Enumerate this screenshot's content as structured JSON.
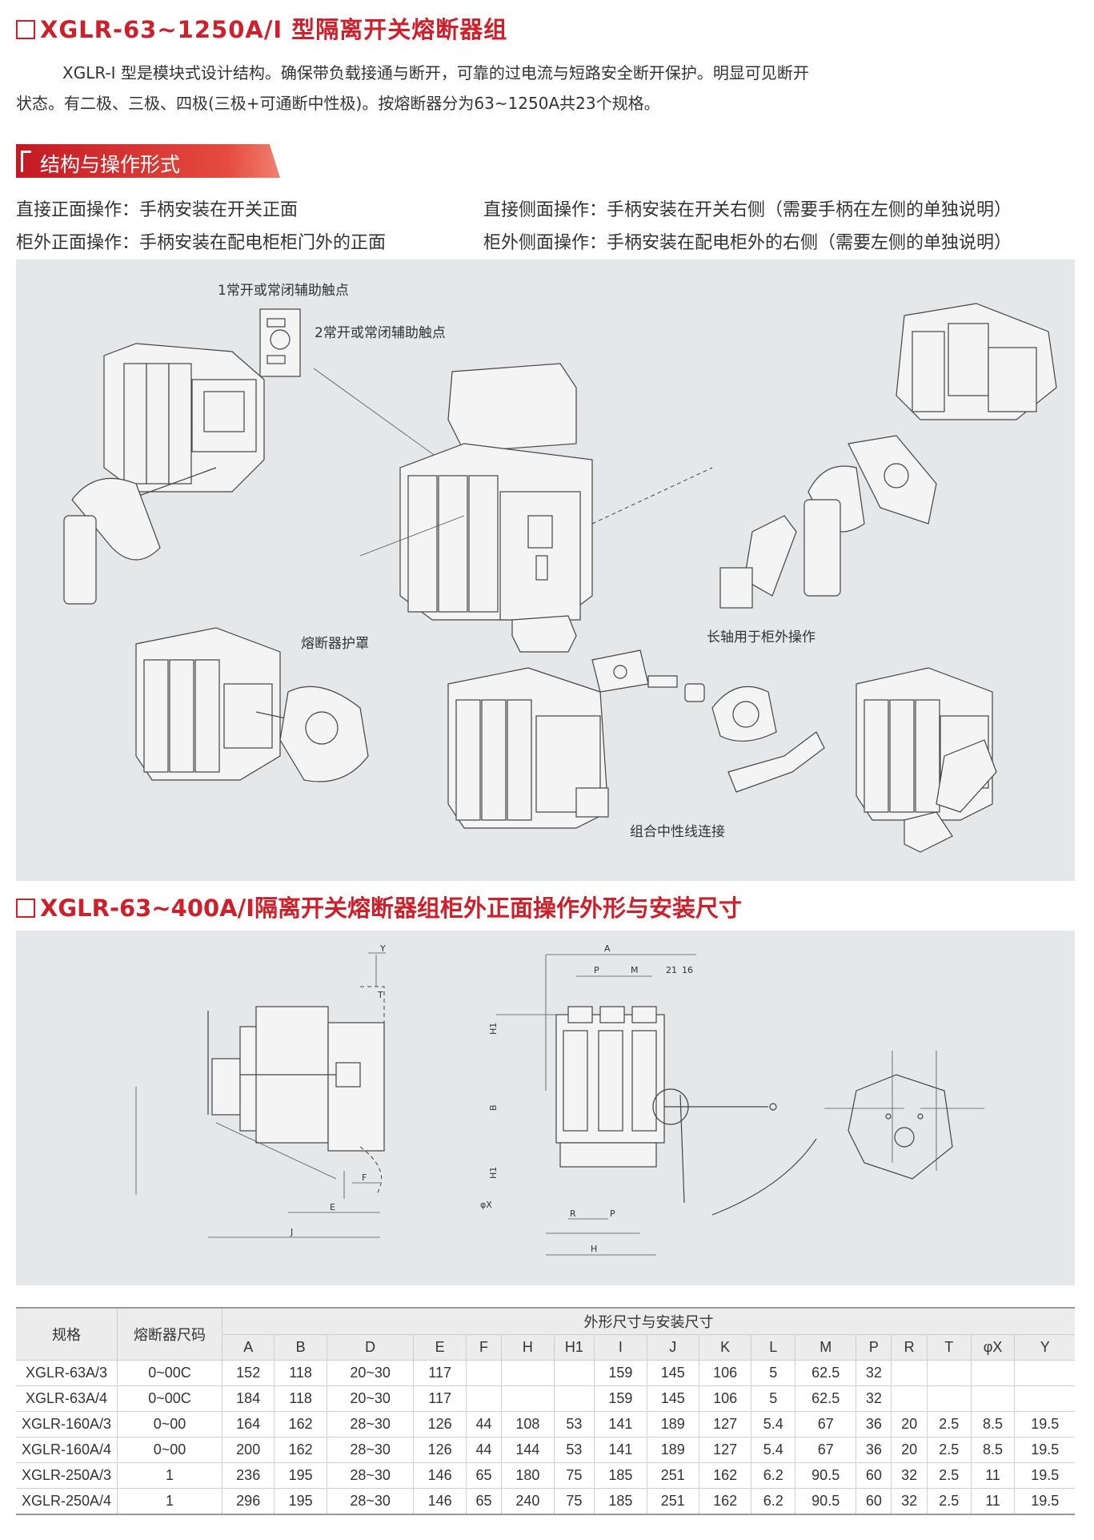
{
  "title": "XGLR-63~1250A/I 型隔离开关熔断器组",
  "intro": {
    "line1": "XGLR-I 型是模块式设计结构。确保带负载接通与断开，可靠的过电流与短路安全断开保护。明显可见断开",
    "line2": "状态。有二极、三极、四极(三极+可通断中性极)。按熔断器分为63~1250A共23个规格。"
  },
  "section1": {
    "banner": "结构与操作形式",
    "op_left_1": "直接正面操作：手柄安装在开关正面",
    "op_left_2": "柜外正面操作：手柄安装在配电柜柜门外的正面",
    "op_right_1": "直接侧面操作：手柄安装在开关右侧（需要手柄在左侧的单独说明）",
    "op_right_2": "柜外侧面操作：手柄安装在配电柜外的右侧（需要左侧的单独说明）",
    "notes": {
      "aux1": "1常开或常闭辅助触点",
      "aux2": "2常开或常闭辅助触点",
      "fuse_cover": "熔断器护罩",
      "long_shaft": "长轴用于柜外操作",
      "neutral": "组合中性线连接"
    }
  },
  "section2": {
    "title": "XGLR-63~400A/I隔离开关熔断器组柜外正面操作外形与安装尺寸",
    "dim_labels": {
      "Y": "Y",
      "T": "T",
      "F": "F",
      "E": "E",
      "J": "J",
      "A": "A",
      "P": "P",
      "M": "M",
      "d21": "21",
      "d16": "16",
      "H1": "H1",
      "B": "B",
      "phiX": "φX",
      "R": "R",
      "H": "H"
    }
  },
  "table": {
    "col_spec": "规格",
    "col_fuse": "熔断器尺码",
    "col_group": "外形尺寸与安装尺寸",
    "dims": [
      "A",
      "B",
      "D",
      "E",
      "F",
      "H",
      "H1",
      "I",
      "J",
      "K",
      "L",
      "M",
      "P",
      "R",
      "T",
      "φX",
      "Y"
    ],
    "rows": [
      [
        "XGLR-63A/3",
        "0~00C",
        "152",
        "118",
        "20~30",
        "117",
        "",
        "",
        "",
        "159",
        "145",
        "106",
        "5",
        "62.5",
        "32",
        "",
        "",
        "",
        ""
      ],
      [
        "XGLR-63A/4",
        "0~00C",
        "184",
        "118",
        "20~30",
        "117",
        "",
        "",
        "",
        "159",
        "145",
        "106",
        "5",
        "62.5",
        "32",
        "",
        "",
        "",
        ""
      ],
      [
        "XGLR-160A/3",
        "0~00",
        "164",
        "162",
        "28~30",
        "126",
        "44",
        "108",
        "53",
        "141",
        "189",
        "127",
        "5.4",
        "67",
        "36",
        "20",
        "2.5",
        "8.5",
        "19.5"
      ],
      [
        "XGLR-160A/4",
        "0~00",
        "200",
        "162",
        "28~30",
        "126",
        "44",
        "144",
        "53",
        "141",
        "189",
        "127",
        "5.4",
        "67",
        "36",
        "20",
        "2.5",
        "8.5",
        "19.5"
      ],
      [
        "XGLR-250A/3",
        "1",
        "236",
        "195",
        "28~30",
        "146",
        "65",
        "180",
        "75",
        "185",
        "251",
        "162",
        "6.2",
        "90.5",
        "60",
        "32",
        "2.5",
        "11",
        "19.5"
      ],
      [
        "XGLR-250A/4",
        "1",
        "296",
        "195",
        "28~30",
        "146",
        "65",
        "240",
        "75",
        "185",
        "251",
        "162",
        "6.2",
        "90.5",
        "60",
        "32",
        "2.5",
        "11",
        "19.5"
      ]
    ]
  },
  "colors": {
    "accent_red": "#d01f2a",
    "panel_gray": "#e6e7e8"
  }
}
